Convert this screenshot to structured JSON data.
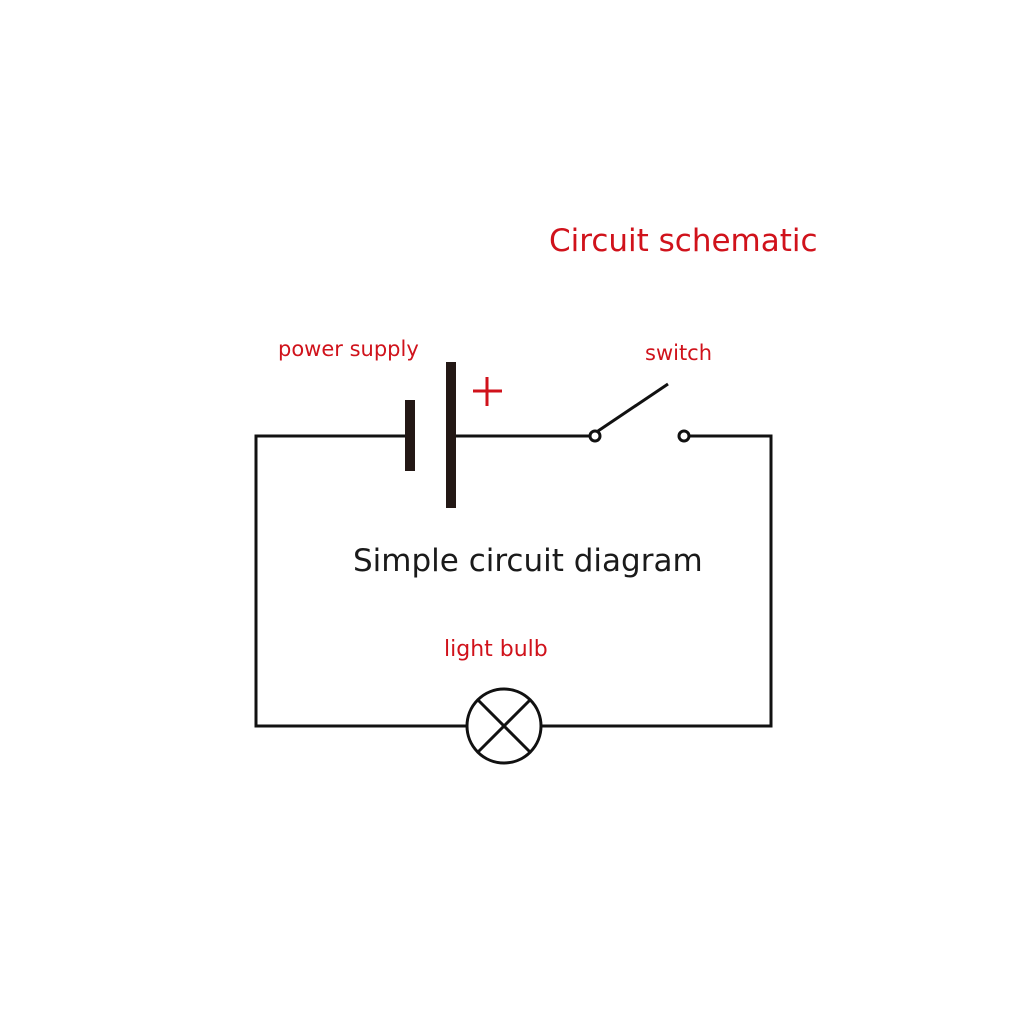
{
  "title": "Circuit schematic",
  "caption": "Simple circuit diagram",
  "labels": {
    "power_supply": "power supply",
    "switch": "switch",
    "light_bulb": "light bulb",
    "positive_sign": "+"
  },
  "colors": {
    "label_red": "#d0121b",
    "wire": "#111111",
    "battery_plate": "#231815",
    "caption_text": "#1a1a1a",
    "background": "#ffffff"
  },
  "components": [
    {
      "type": "battery",
      "label": "power supply",
      "polarity_mark": "+"
    },
    {
      "type": "switch",
      "state": "open",
      "label": "switch"
    },
    {
      "type": "lamp",
      "label": "light bulb"
    }
  ]
}
